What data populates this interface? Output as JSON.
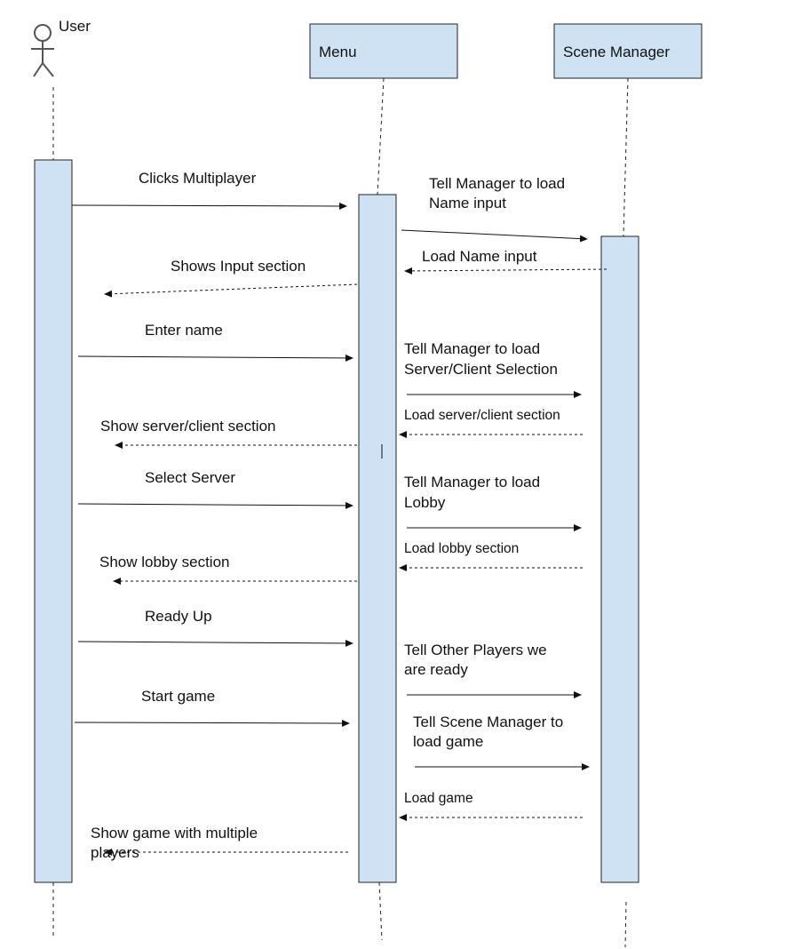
{
  "actor": {
    "label": "User"
  },
  "participants": {
    "menu": "Menu",
    "scene_manager": "Scene Manager"
  },
  "messages": {
    "m1": "Clicks Multiplayer",
    "m2": [
      "Tell Manager to load",
      "Name input"
    ],
    "m3": "Load Name input",
    "m4": "Shows Input section",
    "m5": "Enter name",
    "m6": [
      "Tell Manager to load",
      "Server/Client Selection"
    ],
    "m7": "Load server/client section",
    "m8": "Show server/client section",
    "m9": "Select Server",
    "m10": [
      "Tell Manager to load",
      "Lobby"
    ],
    "m11": "Load lobby section",
    "m12": "Show lobby section",
    "m13": "Ready Up",
    "m14": [
      "Tell Other Players we",
      "are ready"
    ],
    "m15": "Start game",
    "m16": [
      "Tell Scene Manager to",
      "load game"
    ],
    "m17": "Load game",
    "m18": [
      "Show game with multiple",
      "players"
    ]
  }
}
